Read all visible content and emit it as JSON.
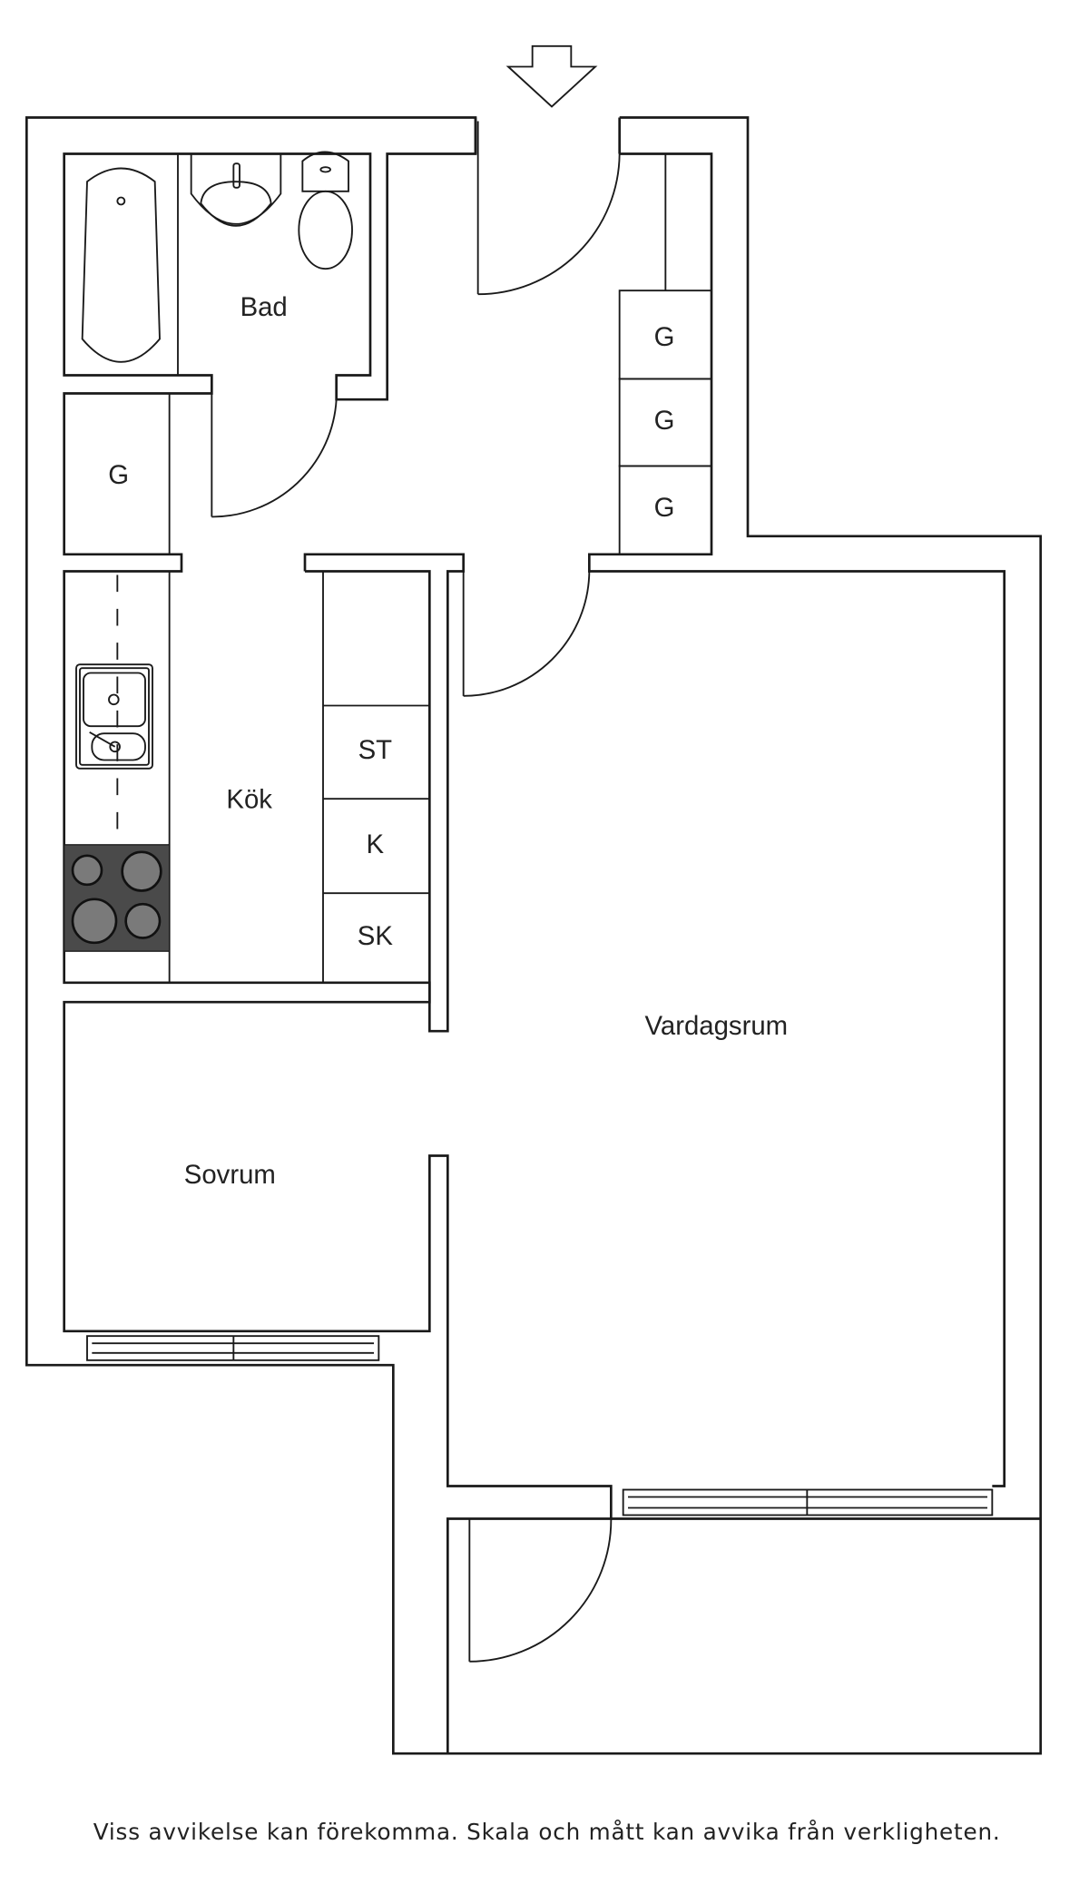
{
  "rooms": {
    "bathroom": "Bad",
    "kitchen": "Kök",
    "living_room": "Vardagsrum",
    "bedroom": "Sovrum"
  },
  "storage": {
    "hall_wardrobe_1": "G",
    "hall_wardrobe_2": "G",
    "hall_wardrobe_3": "G",
    "closet_left": "G",
    "kitchen_cabinet_st": "ST",
    "kitchen_cabinet_k": "K",
    "kitchen_cabinet_sk": "SK"
  },
  "icons": {
    "entrance": "entrance-arrow-icon",
    "stove": "stove-icon",
    "sink": "sink-icon",
    "bathtub": "bathtub-icon",
    "toilet": "toilet-icon",
    "washbasin": "washbasin-icon"
  },
  "colors": {
    "stove": "#4a4a4a",
    "hotplate": "#7a7a7a"
  },
  "footer": {
    "disclaimer": "Viss avvikelse kan förekomma. Skala och mått kan avvika från verkligheten."
  }
}
